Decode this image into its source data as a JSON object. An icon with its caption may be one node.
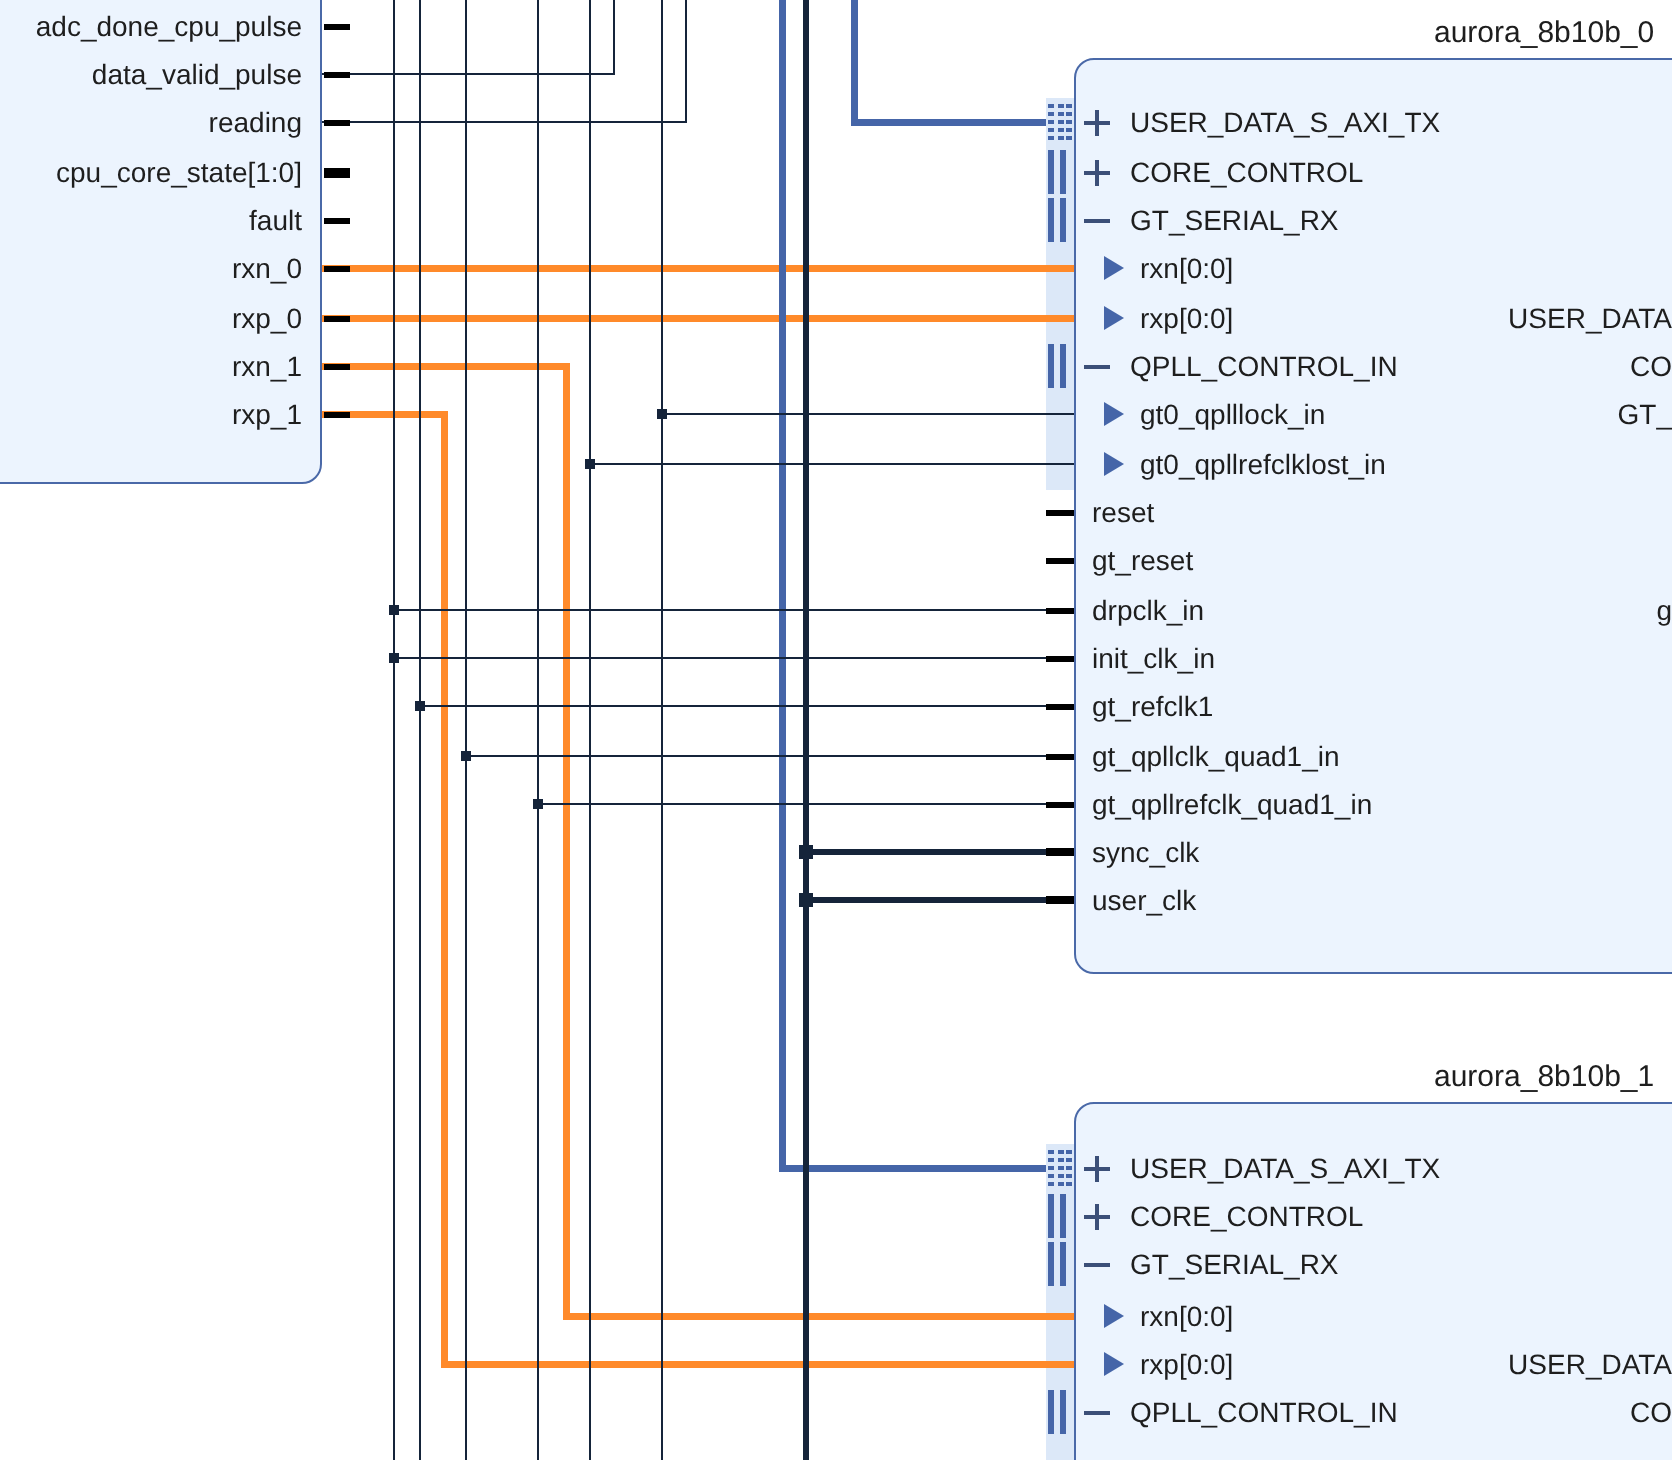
{
  "diagram": {
    "nodes": [
      {
        "text": [],
        "shape": "box"
      },
      {
        "text": [
          "adc_done_cpu_pulse"
        ],
        "in": 0
      },
      {
        "text": [
          "data_valid_pulse"
        ],
        "in": 0
      },
      {
        "text": [
          "reading"
        ],
        "in": 0
      },
      {
        "text": [
          "cpu_core_state[1:0]"
        ],
        "in": 0
      },
      {
        "text": [
          "fault"
        ],
        "in": 0
      },
      {
        "text": [
          "rxn_0"
        ],
        "in": 0
      },
      {
        "text": [
          "rxp_0"
        ],
        "in": 0
      },
      {
        "text": [
          "rxn_1"
        ],
        "in": 0
      },
      {
        "text": [
          "rxp_1"
        ],
        "in": 0
      },
      {
        "text": [
          "aurora_8b10b_0"
        ]
      },
      {
        "text": [
          "USER_DATA_S_AXI_TX"
        ],
        "in": 10
      },
      {
        "text": [
          "CORE_CONTROL"
        ],
        "in": 10
      },
      {
        "text": [
          "GT_SERIAL_RX"
        ],
        "in": 10
      },
      {
        "text": [
          "rxn[0:0]"
        ],
        "in": 10
      },
      {
        "text": [
          "rxp[0:0]"
        ],
        "in": 10
      },
      {
        "text": [
          "QPLL_CONTROL_IN"
        ],
        "in": 10
      },
      {
        "text": [
          "gt0_qplllock_in"
        ],
        "in": 10
      },
      {
        "text": [
          "gt0_qpllrefclklost_in"
        ],
        "in": 10
      },
      {
        "text": [
          "reset"
        ],
        "in": 10
      },
      {
        "text": [
          "gt_reset"
        ],
        "in": 10
      },
      {
        "text": [
          "drpclk_in"
        ],
        "in": 10
      },
      {
        "text": [
          "init_clk_in"
        ],
        "in": 10
      },
      {
        "text": [
          "gt_refclk1"
        ],
        "in": 10
      },
      {
        "text": [
          "gt_qpllclk_quad1_in"
        ],
        "in": 10
      },
      {
        "text": [
          "gt_qpllrefclk_quad1_in"
        ],
        "in": 10
      },
      {
        "text": [
          "sync_clk"
        ],
        "in": 10
      },
      {
        "text": [
          "user_clk"
        ],
        "in": 10
      },
      {
        "text": [
          "aurora_8b10b_1"
        ]
      },
      {
        "text": [
          "USER_DATA_S_AXI_TX"
        ],
        "in": 28
      },
      {
        "text": [
          "CORE_CONTROL"
        ],
        "in": 28
      },
      {
        "text": [
          "GT_SERIAL_RX"
        ],
        "in": 28
      },
      {
        "text": [
          "rxn[0:0]"
        ],
        "in": 28
      },
      {
        "text": [
          "rxp[0:0]"
        ],
        "in": 28
      },
      {
        "text": [
          "QPLL_CONTROL_IN"
        ],
        "in": 28
      }
    ],
    "edges": [
      {
        "from": 6,
        "to": 14,
        "arrow": "none",
        "style": "thick",
        "color": "#ff8a2a"
      },
      {
        "from": 7,
        "to": 15,
        "arrow": "none",
        "style": "thick",
        "color": "#ff8a2a"
      },
      {
        "from": 8,
        "to": 32,
        "arrow": "none",
        "style": "thick",
        "color": "#ff8a2a"
      },
      {
        "from": 9,
        "to": 33,
        "arrow": "none",
        "style": "thick",
        "color": "#ff8a2a"
      },
      {
        "from": 2,
        "to": null,
        "arrow": "none"
      },
      {
        "from": 3,
        "to": null,
        "arrow": "none"
      },
      {
        "from": null,
        "to": 11,
        "arrow": "other",
        "style": "thick",
        "color": "#4565a8"
      },
      {
        "from": null,
        "to": 29,
        "arrow": "other",
        "style": "thick",
        "color": "#4565a8"
      },
      {
        "from": null,
        "to": 17,
        "arrow": "none"
      },
      {
        "from": null,
        "to": 18,
        "arrow": "none"
      },
      {
        "from": null,
        "to": 21,
        "arrow": "none"
      },
      {
        "from": null,
        "to": 22,
        "arrow": "none"
      },
      {
        "from": null,
        "to": 23,
        "arrow": "none"
      },
      {
        "from": null,
        "to": 24,
        "arrow": "none"
      },
      {
        "from": null,
        "to": 25,
        "arrow": "none"
      },
      {
        "from": null,
        "to": 26,
        "arrow": "none",
        "style": "thick"
      },
      {
        "from": null,
        "to": 27,
        "arrow": "none",
        "style": "thick"
      }
    ],
    "labels": [
      "USER_DATA",
      "CO",
      "GT_",
      "g",
      "USER_DATA",
      "CO"
    ]
  }
}
